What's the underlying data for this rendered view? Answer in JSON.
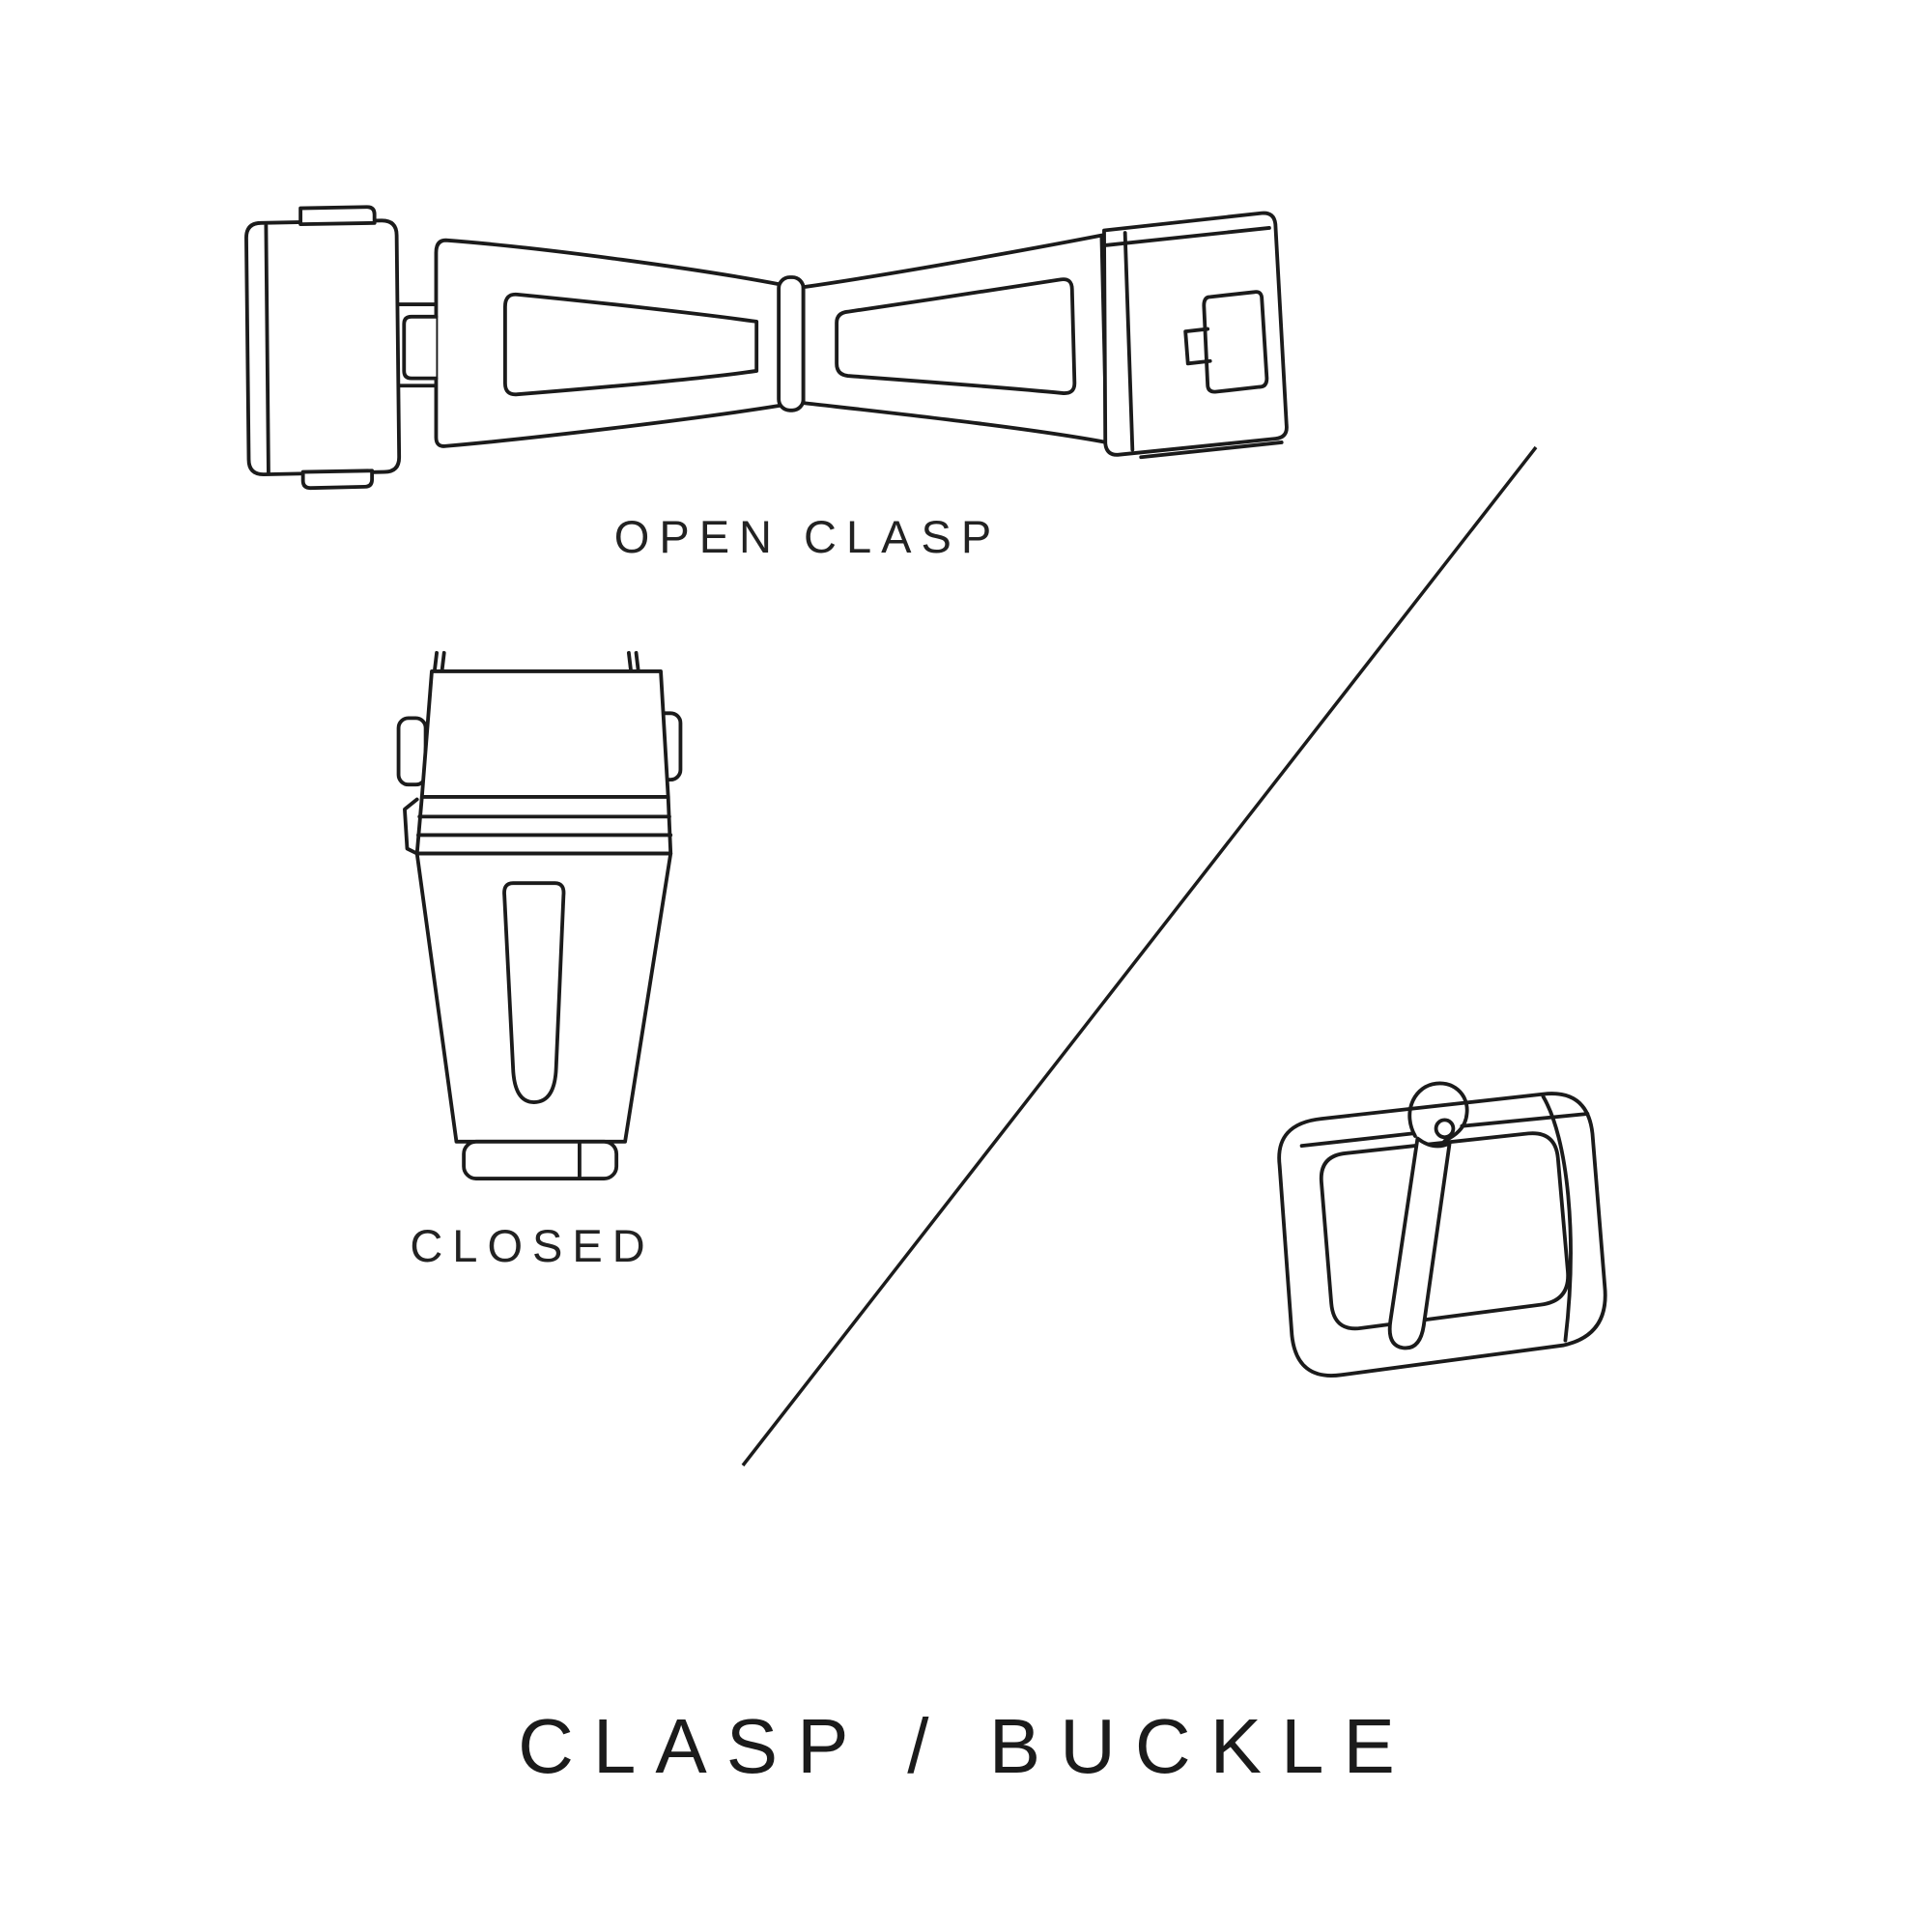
{
  "page": {
    "background": "#ffffff",
    "ink": "#1b1b1b"
  },
  "title": "CLASP / BUCKLE",
  "labels": {
    "open_clasp": "OPEN CLASP",
    "closed_clasp": "CLOSED"
  },
  "icons": {
    "open_clasp_illustration": "open-deployant-clasp-line-drawing",
    "closed_clasp_illustration": "closed-deployant-clasp-line-drawing",
    "pin_buckle_illustration": "pin-tang-buckle-line-drawing",
    "divider": "diagonal-divider-line"
  }
}
